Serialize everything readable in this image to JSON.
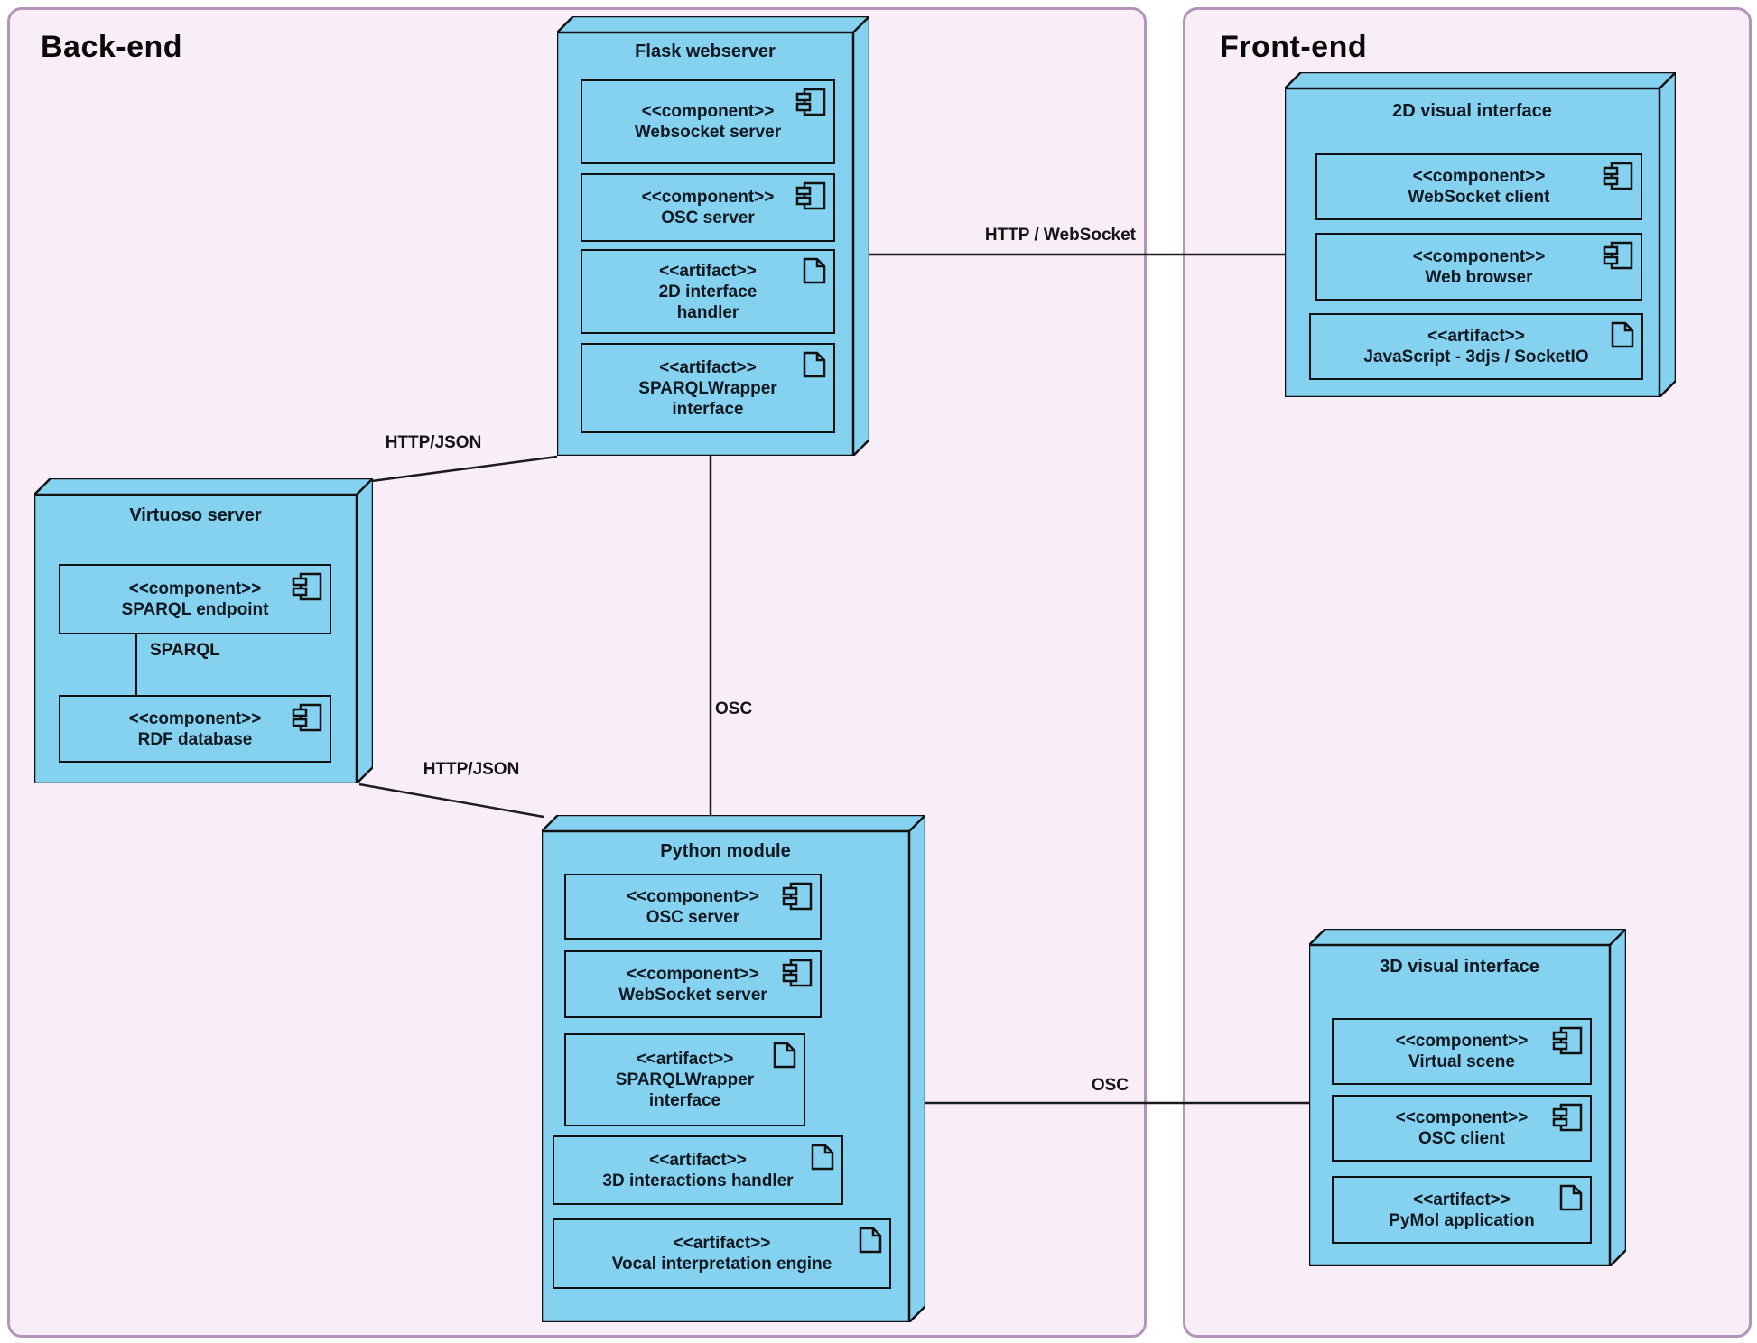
{
  "regions": {
    "backend_title": "Back-end",
    "frontend_title": "Front-end"
  },
  "nodes": {
    "flask": {
      "title": "Flask webserver",
      "items": [
        {
          "stereotype": "<<component>>",
          "name": "Websocket server",
          "kind": "component"
        },
        {
          "stereotype": "<<component>>",
          "name": "OSC server",
          "kind": "component"
        },
        {
          "stereotype": "<<artifact>>",
          "name": "2D interface handler",
          "kind": "artifact"
        },
        {
          "stereotype": "<<artifact>>",
          "name": "SPARQLWrapper interface",
          "kind": "artifact"
        }
      ]
    },
    "virtuoso": {
      "title": "Virtuoso server",
      "items": [
        {
          "stereotype": "<<component>>",
          "name": "SPARQL endpoint",
          "kind": "component"
        },
        {
          "stereotype": "<<component>>",
          "name": "RDF database",
          "kind": "component"
        }
      ]
    },
    "python": {
      "title": "Python module",
      "items": [
        {
          "stereotype": "<<component>>",
          "name": "OSC server",
          "kind": "component"
        },
        {
          "stereotype": "<<component>>",
          "name": "WebSocket server",
          "kind": "component"
        },
        {
          "stereotype": "<<artifact>>",
          "name": "SPARQLWrapper interface",
          "kind": "artifact"
        },
        {
          "stereotype": "<<artifact>>",
          "name": "3D interactions handler",
          "kind": "artifact"
        },
        {
          "stereotype": "<<artifact>>",
          "name": "Vocal interpretation engine",
          "kind": "artifact"
        }
      ]
    },
    "v2d": {
      "title": "2D visual interface",
      "items": [
        {
          "stereotype": "<<component>>",
          "name": "WebSocket client",
          "kind": "component"
        },
        {
          "stereotype": "<<component>>",
          "name": "Web browser",
          "kind": "component"
        },
        {
          "stereotype": "<<artifact>>",
          "name": "JavaScript - 3djs / SocketIO",
          "kind": "artifact"
        }
      ]
    },
    "v3d": {
      "title": "3D visual interface",
      "items": [
        {
          "stereotype": "<<component>>",
          "name": "Virtual scene",
          "kind": "component"
        },
        {
          "stereotype": "<<component>>",
          "name": "OSC client",
          "kind": "component"
        },
        {
          "stereotype": "<<artifact>>",
          "name": "PyMol application",
          "kind": "artifact"
        }
      ]
    }
  },
  "edges": {
    "http_websocket": "HTTP / WebSocket",
    "flask_virtuoso": "HTTP/JSON",
    "osc_vertical": "OSC",
    "virtuoso_python": "HTTP/JSON",
    "osc_horizontal": "OSC",
    "sparql": "SPARQL"
  },
  "colors": {
    "node_fill": "#85d1f0",
    "region_fill": "#f9eef8",
    "region_border": "#b493bd",
    "line": "#1c1c1c"
  }
}
